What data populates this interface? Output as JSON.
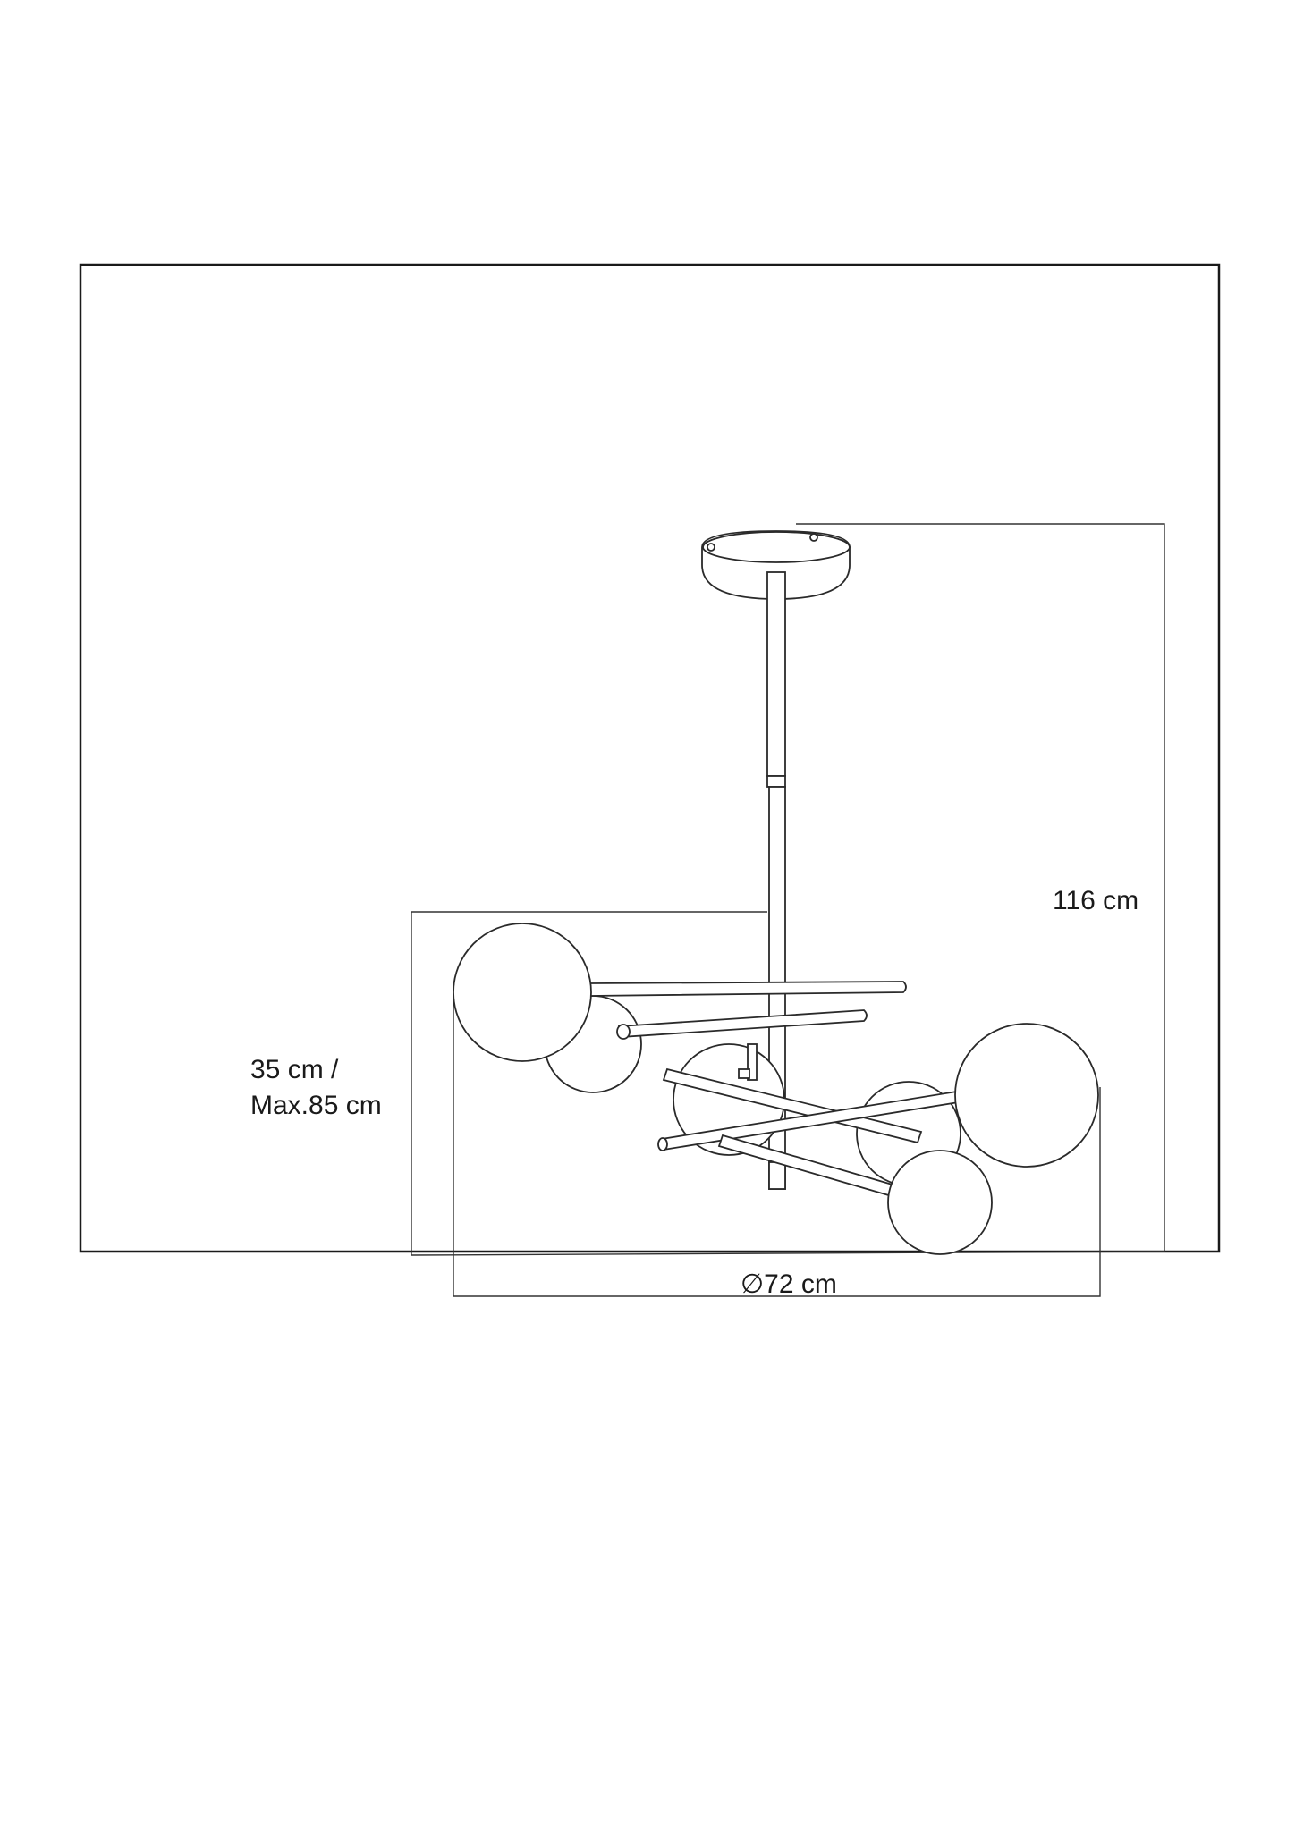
{
  "dimensions": {
    "height_total": "116 cm",
    "height_fixture_line1": "35 cm /",
    "height_fixture_line2": "Max.85 cm",
    "diameter": "∅72 cm"
  },
  "colors": {
    "line": "#2a2a2a",
    "background": "#ffffff"
  }
}
